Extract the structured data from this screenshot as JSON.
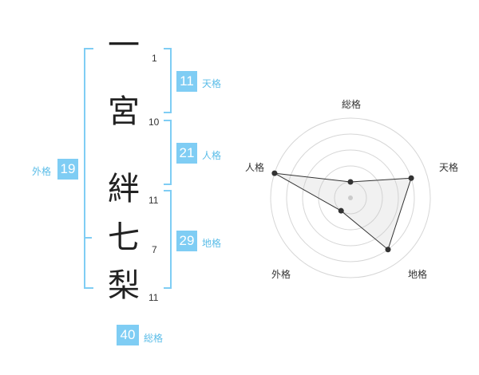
{
  "name": {
    "chars": [
      {
        "char": "一",
        "strokes": "1"
      },
      {
        "char": "宮",
        "strokes": "10"
      },
      {
        "char": "絆",
        "strokes": "11"
      },
      {
        "char": "七",
        "strokes": "7"
      },
      {
        "char": "梨",
        "strokes": "11"
      }
    ]
  },
  "fortunes": {
    "tenkaku": {
      "value": "11",
      "label": "天格"
    },
    "jinkaku": {
      "value": "21",
      "label": "人格"
    },
    "chikaku": {
      "value": "29",
      "label": "地格"
    },
    "gaikaku": {
      "value": "19",
      "label": "外格"
    },
    "soukaku": {
      "value": "40",
      "label": "総格"
    }
  },
  "colors": {
    "accent": "#7fcdf4",
    "label": "#5bbde8"
  },
  "chart_data": {
    "type": "radar",
    "axes": [
      "総格",
      "天格",
      "地格",
      "外格",
      "人格"
    ],
    "values": [
      1,
      4,
      4,
      1,
      5
    ],
    "rmax": 5,
    "rings": 5
  }
}
